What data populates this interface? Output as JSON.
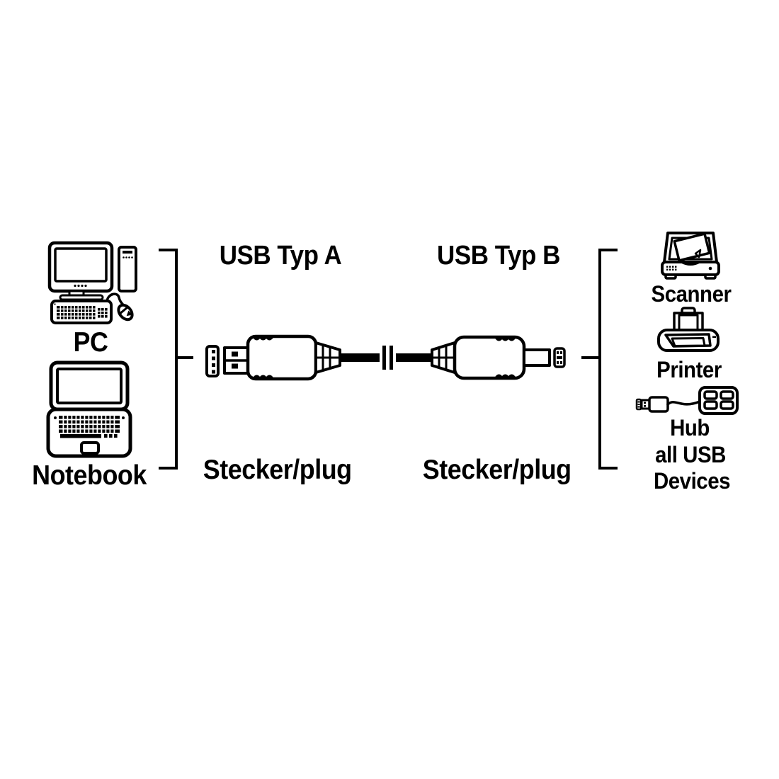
{
  "diagram": {
    "background": "#ffffff",
    "line_color": "#000000",
    "left": {
      "pc_label": "PC",
      "notebook_label": "Notebook"
    },
    "center": {
      "usb_a_title": "USB Typ A",
      "usb_b_title": "USB Typ B",
      "usb_a_caption": "Stecker/plug",
      "usb_b_caption": "Stecker/plug"
    },
    "right": {
      "scanner_label": "Scanner",
      "printer_label": "Printer",
      "hub_label": "Hub",
      "all_usb_label": "all USB",
      "devices_label": "Devices"
    }
  }
}
